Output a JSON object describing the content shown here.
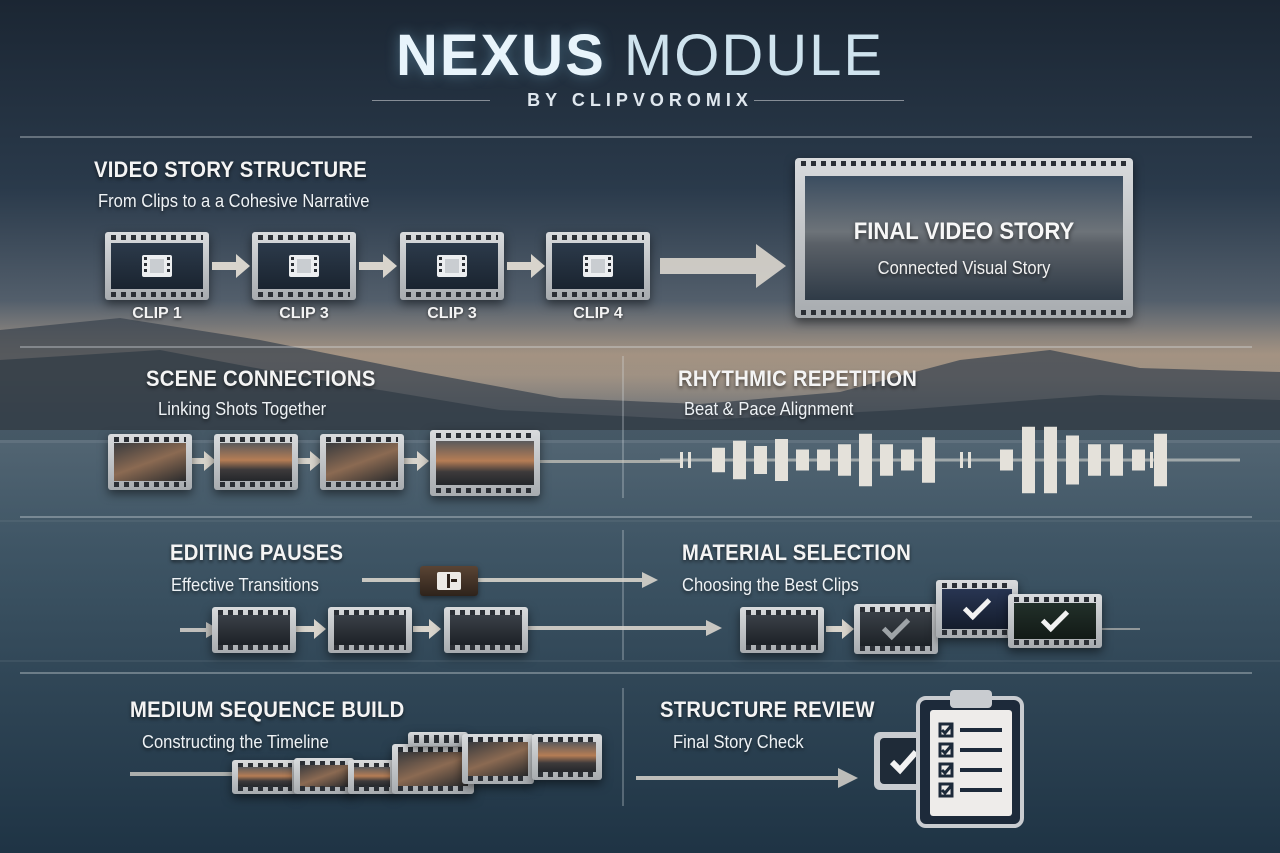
{
  "header": {
    "title_bold": "NEXUS",
    "title_light": "MODULE",
    "subtitle": "BY CLIPVOROMIX"
  },
  "video_story": {
    "title": "VIDEO STORY STRUCTURE",
    "subtitle": "From Clips to a a Cohesive Narrative",
    "clips": [
      "CLIP 1",
      "CLIP 3",
      "CLIP 3",
      "CLIP 4"
    ],
    "final": {
      "title": "FINAL VIDEO STORY",
      "subtitle": "Connected Visual Story"
    }
  },
  "scene_connections": {
    "title": "SCENE CONNECTIONS",
    "subtitle": "Linking Shots Together"
  },
  "rhythmic_repetition": {
    "title": "RHYTHMIC REPETITION",
    "subtitle": "Beat & Pace Alignment",
    "bar_levels": [
      0.35,
      0.55,
      0.4,
      0.6,
      0.3,
      0.3,
      0.45,
      0.75,
      0.45,
      0.3,
      0.65,
      0.3,
      0.95,
      0.95,
      0.7,
      0.45,
      0.45,
      0.3,
      0.75
    ]
  },
  "editing_pauses": {
    "title": "EDITING PAUSES",
    "subtitle": "Effective Transitions"
  },
  "material_selection": {
    "title": "MATERIAL SELECTION",
    "subtitle": "Choosing the Best Clips"
  },
  "medium_sequence": {
    "title": "MEDIUM SEQUENCE BUILD",
    "subtitle": "Constructing the Timeline"
  },
  "structure_review": {
    "title": "STRUCTURE REVIEW",
    "subtitle": "Final Story Check"
  },
  "colors": {
    "accent_glow": "#e8f4fb",
    "arrow": "#d8d4cc",
    "film_frame": "#c9ccd0",
    "waveform": "#e4e1da"
  }
}
